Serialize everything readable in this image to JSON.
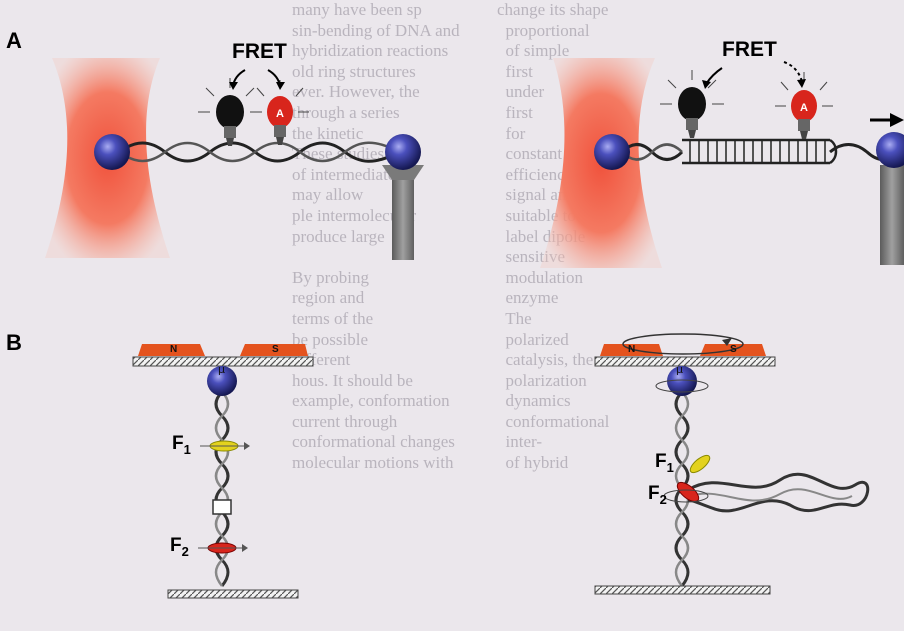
{
  "panels": {
    "a": {
      "label": "A",
      "fret_label": "FRET"
    },
    "a2": {
      "fret_label": "FRET"
    },
    "b": {
      "label": "B",
      "magnet_left": "N",
      "magnet_right": "S",
      "mu": "μ",
      "f1": "F",
      "f1_sub": "1",
      "f2": "F",
      "f2_sub": "2"
    },
    "b2": {
      "magnet_left": "N",
      "magnet_right": "S",
      "mu": "μ",
      "f1": "F",
      "f1_sub": "1",
      "f2": "F",
      "f2_sub": "2"
    }
  },
  "colors": {
    "trap": "#f0503a",
    "bead": "#3a3fa0",
    "donor": "#111111",
    "acceptor": "#d8251c",
    "magnet": "#e4531e",
    "pedestal": "#888888"
  },
  "background_text": {
    "left": [
      "many have been sp",
      "sin-bending of DNA and",
      "hybridization reactions",
      "old ring structures",
      "ever. However, the",
      "through a series",
      "the kinetic",
      "These studies",
      "of intermediates",
      "may allow",
      "ple intermolecular",
      "produce large",
      "",
      "By probing",
      "region and",
      "terms of the",
      "be possible",
      "different",
      "hous. It should be",
      "example, conformation",
      "current through",
      "conformational changes",
      "molecular motions with"
    ],
    "right": [
      "change its shape",
      "  proportional",
      "  of simple",
      "  first",
      "  under",
      "  first",
      "  for",
      "  constant",
      "  efficiency",
      "  signal and",
      "  suitable to the",
      "  label dipole",
      "  sensitive",
      "  modulation",
      "  enzyme",
      "  The",
      "  polarized",
      "  catalysis, the",
      "  polarization",
      "  dynamics",
      "  conformational",
      "  inter-",
      "  of hybrid"
    ]
  }
}
